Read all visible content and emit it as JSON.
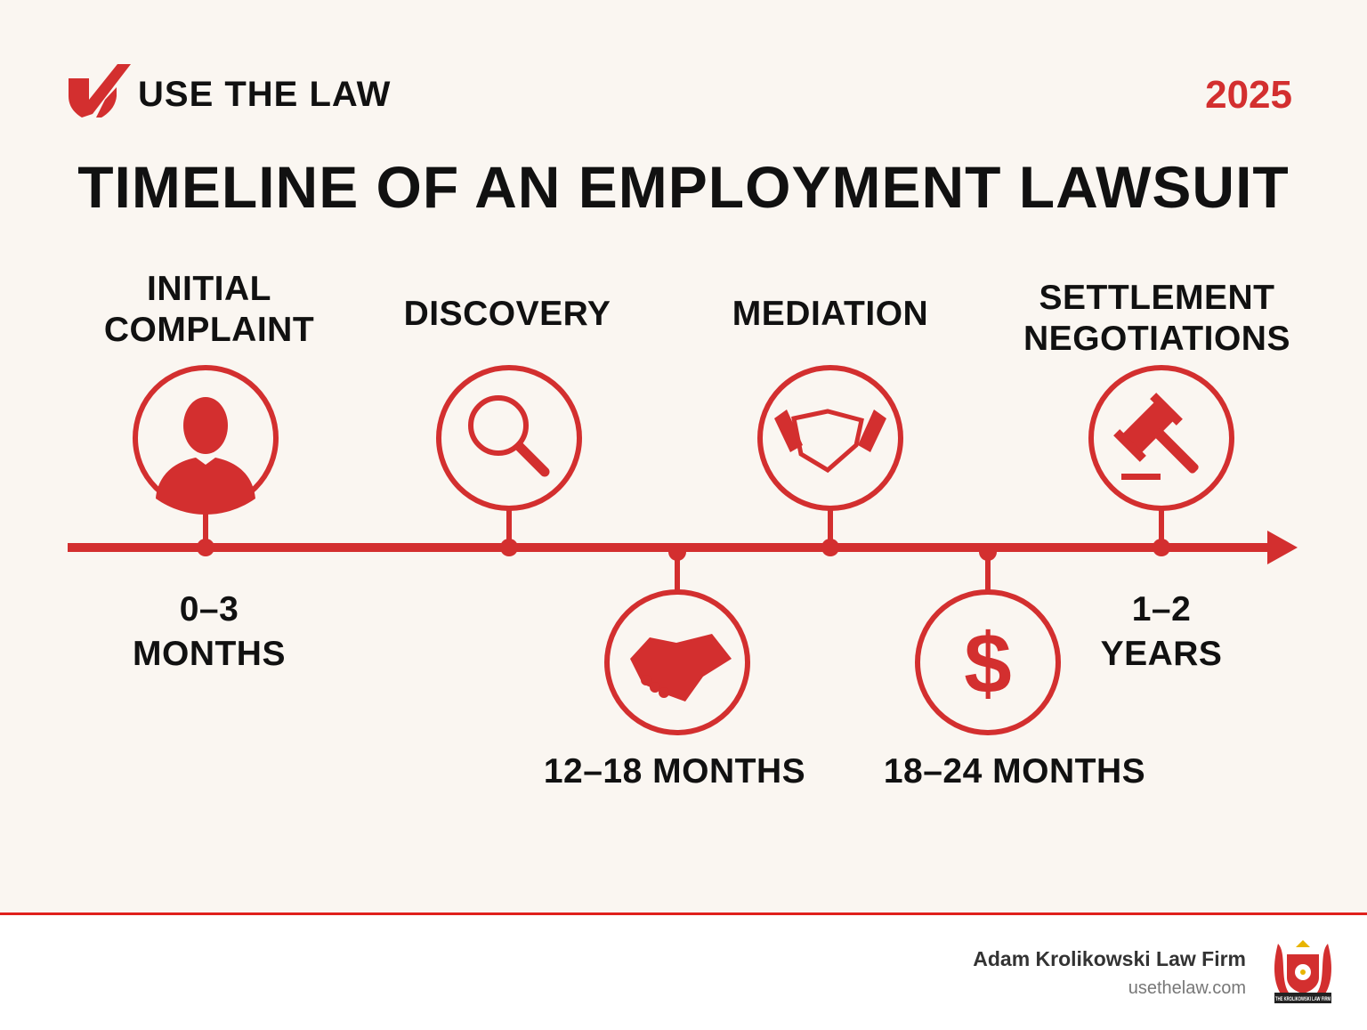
{
  "header": {
    "brand": "USE THE LAW",
    "year": "2025",
    "logo_icon": "check-shield-icon"
  },
  "title": "TIMELINE OF AN EMPLOYMENT LAWSUIT",
  "colors": {
    "accent": "#d32f2f",
    "background": "#faf6f1"
  },
  "stages_top": [
    {
      "label": "INITIAL COMPLAINT",
      "line1": "INITIAL",
      "line2": "COMPLAINT",
      "icon": "person-icon",
      "time1": "0–3",
      "time2": "MONTHS"
    },
    {
      "label": "DISCOVERY",
      "icon": "magnifying-glass-icon"
    },
    {
      "label": "MEDIATION",
      "icon": "handshake-icon"
    },
    {
      "label": "SETTLEMENT NEGOTIATIONS",
      "line1": "SETTLEMENT",
      "line2": "NEGOTIATIONS",
      "icon": "gavel-icon",
      "time1": "1–2",
      "time2": "YEARS"
    }
  ],
  "stages_bottom": [
    {
      "icon": "handshake-icon",
      "time": "12–18 MONTHS"
    },
    {
      "icon": "dollar-icon",
      "time": "18–24 MONTHS"
    }
  ],
  "footer": {
    "firm": "Adam Krolikowski Law Firm",
    "url": "usethelaw.com",
    "crest_text": "THE KROLIKOWSKI LAW FIRM",
    "crest_icon": "family-crest-icon"
  }
}
